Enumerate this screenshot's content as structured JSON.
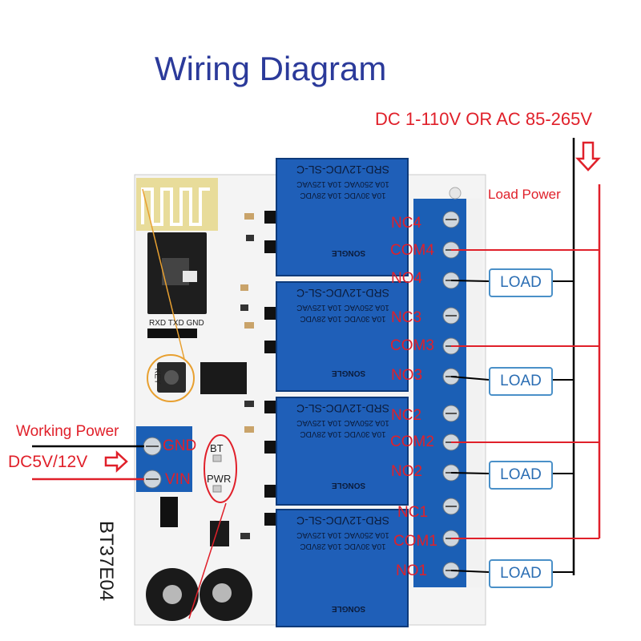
{
  "title": "Wiring Diagram",
  "load_supply_label": "DC 1-110V OR AC 85-265V",
  "load_power_label": "Load Power",
  "working_power_label": "Working Power",
  "input_voltage_label": "DC5V/12V",
  "module": {
    "model": "BT37E04",
    "power_terminals": [
      "GND",
      "VIN"
    ],
    "status_leds": [
      "BT",
      "PWR"
    ],
    "header_pins": "RXD TXD GND",
    "key_label": "KEY",
    "relay_text": {
      "model": "SRD-12VDC-SL-C",
      "rating1": "10A 250VAC 10A 125VAC",
      "rating2": "10A 30VDC 10A 28VDC",
      "brand": "SONGLE"
    }
  },
  "terminals": [
    "NC4",
    "COM4",
    "NO4",
    "NC3",
    "COM3",
    "NO3",
    "NC2",
    "COM2",
    "NO2",
    "NC1",
    "COM1",
    "NO1"
  ],
  "load_label": "LOAD",
  "loads": [
    "LOAD",
    "LOAD",
    "LOAD",
    "LOAD"
  ],
  "colors": {
    "title": "#2b3a9a",
    "wire_red": "#e0202a",
    "wire_black": "#000000",
    "relay_blue": "#1f5fb8",
    "terminal_blue": "#1b5fb5",
    "load_border": "#4a90c8"
  }
}
